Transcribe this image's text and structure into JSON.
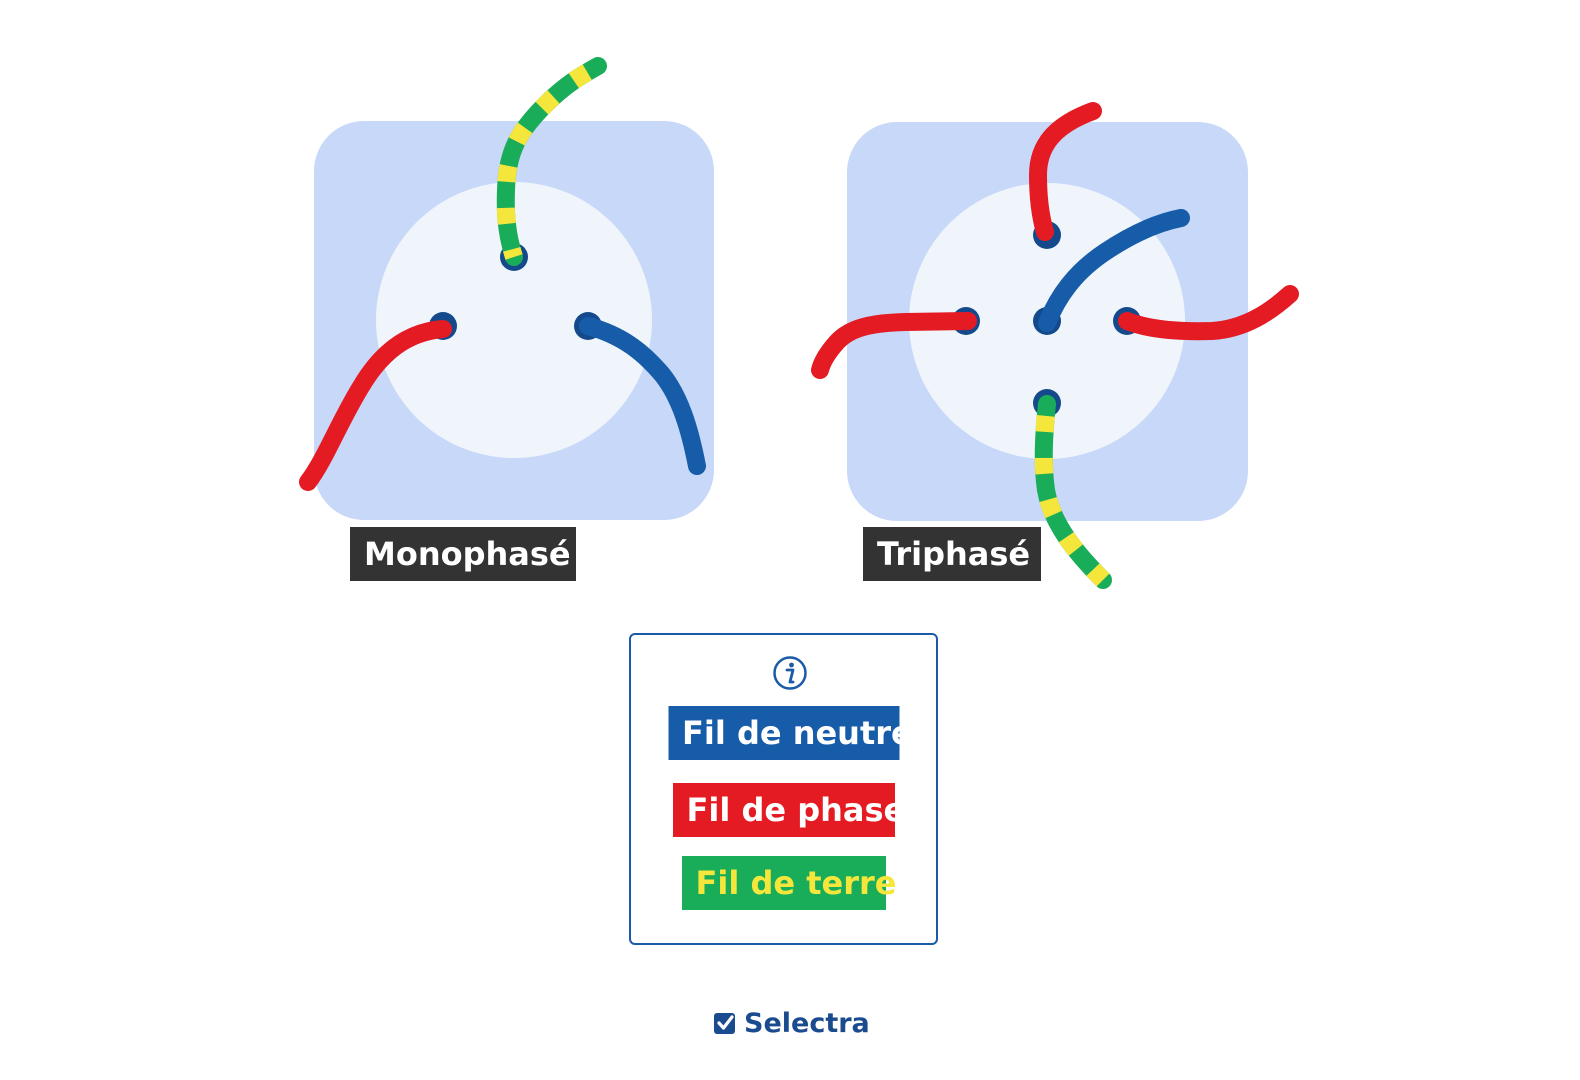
{
  "labels": {
    "mono": "Monophasé",
    "tri": "Triphasé"
  },
  "legend": {
    "neutral": "Fil de neutre",
    "phase": "Fil de phase",
    "earth": "Fil de terre"
  },
  "brand": "Selectra",
  "icons": {
    "info": "info-icon",
    "logo": "checkbox-icon"
  },
  "colors": {
    "plate": "#c8d8f8",
    "socket_face": "#eff5fb",
    "neutral": "#175ca8",
    "phase": "#e51b23",
    "earth_green": "#19ad5a",
    "earth_yellow": "#f5e63c",
    "terminal": "#144a8c",
    "label_bg": "#333333",
    "brand": "#1b4b8f"
  }
}
